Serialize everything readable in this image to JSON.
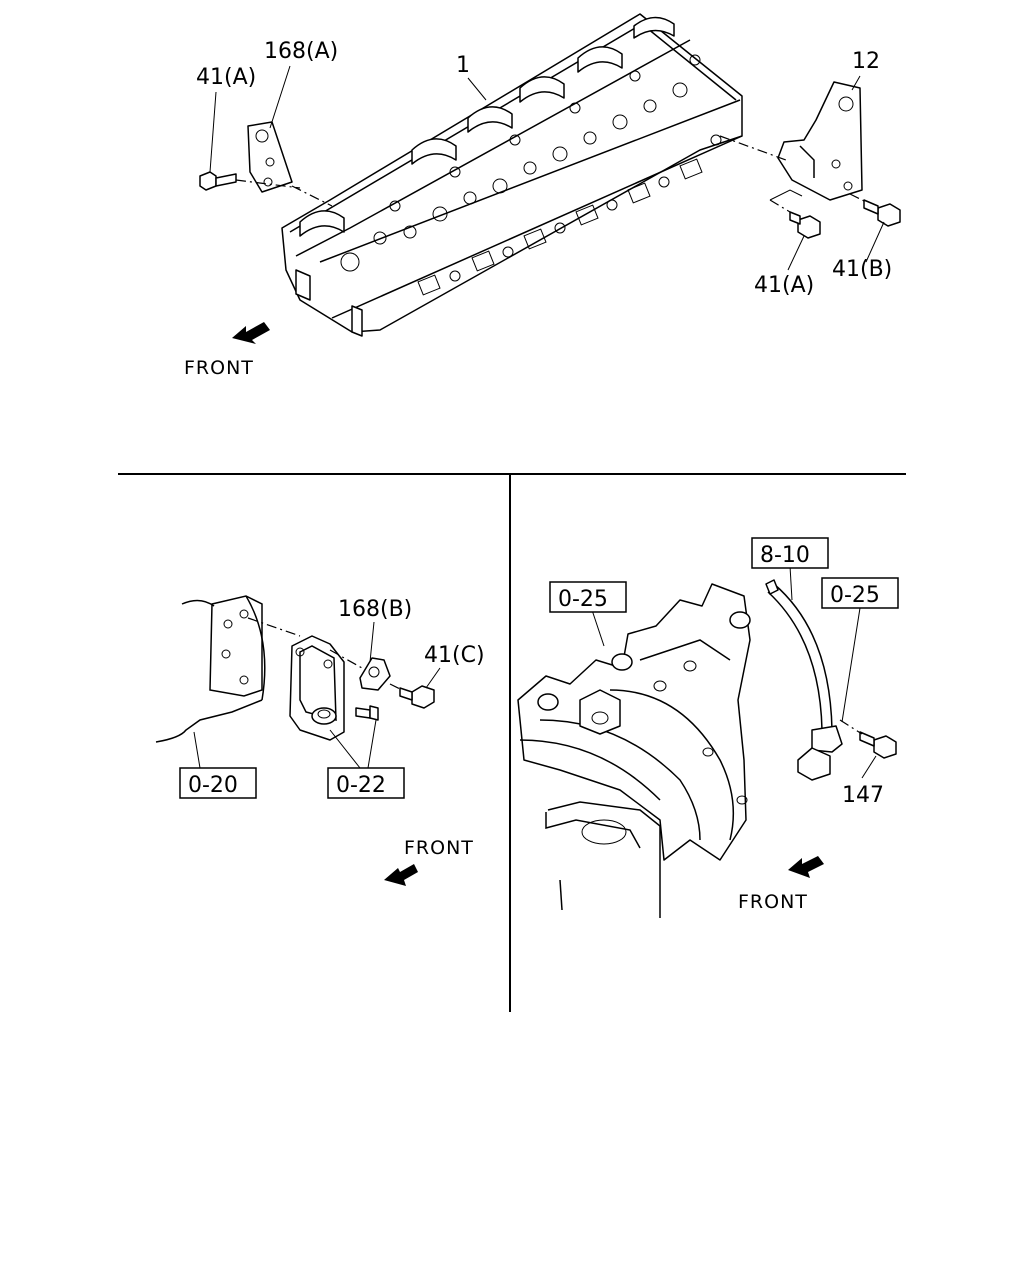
{
  "top_panel": {
    "labels": {
      "part_1": "1",
      "part_12": "12",
      "part_168a": "168(A)",
      "part_41a_left": "41(A)",
      "part_41a_right": "41(A)",
      "part_41b": "41(B)"
    },
    "front": "FRONT"
  },
  "bottom_left_panel": {
    "labels": {
      "part_168b": "168(B)",
      "part_41c": "41(C)"
    },
    "refs": {
      "ref_020": "0-20",
      "ref_022": "0-22"
    },
    "front": "FRONT"
  },
  "bottom_right_panel": {
    "labels": {
      "part_147": "147"
    },
    "refs": {
      "ref_810": "8-10",
      "ref_025_left": "0-25",
      "ref_025_right": "0-25"
    },
    "front": "FRONT"
  }
}
